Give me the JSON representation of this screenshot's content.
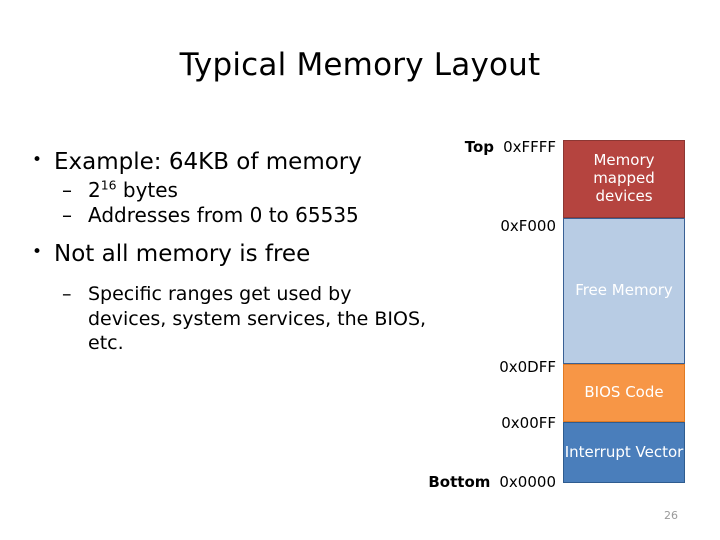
{
  "slide": {
    "title": "Typical Memory Layout",
    "page_number": "26"
  },
  "body": {
    "bullet1": {
      "marker": "•",
      "text": "Example: 64KB of memory",
      "sub": [
        {
          "marker": "–",
          "prefix": "2",
          "exponent": "16",
          "suffix": " bytes"
        },
        {
          "marker": "–",
          "text": "Addresses from 0 to 65535"
        }
      ]
    },
    "bullet2": {
      "marker": "•",
      "text": "Not all memory is free",
      "sub": [
        {
          "marker": "–",
          "text": "Specific ranges get used by devices, system services, the BIOS, etc."
        }
      ]
    }
  },
  "diagram": {
    "blocks": [
      {
        "name": "memory-mapped-devices",
        "label": "Memory mapped devices",
        "color": "#B5443F"
      },
      {
        "name": "free-memory",
        "label": "Free Memory",
        "color": "#B8CCE4"
      },
      {
        "name": "bios-code",
        "label": "BIOS Code",
        "color": "#F79646"
      },
      {
        "name": "interrupt-vector",
        "label": "Interrupt Vector",
        "color": "#4A7EBB"
      }
    ],
    "addresses": [
      {
        "edge": "Top",
        "value": "0xFFFF"
      },
      {
        "edge": "",
        "value": "0xF000"
      },
      {
        "edge": "",
        "value": "0x0DFF"
      },
      {
        "edge": "",
        "value": "0x00FF"
      },
      {
        "edge": "Bottom",
        "value": "0x0000"
      }
    ]
  }
}
